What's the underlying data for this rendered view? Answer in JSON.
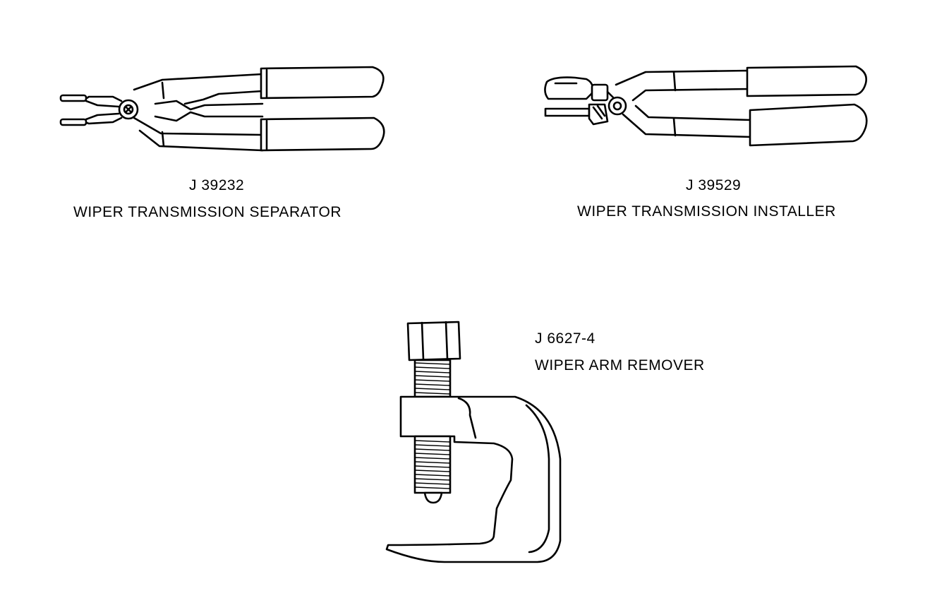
{
  "tools": [
    {
      "part_number": "J 39232",
      "name": "WIPER TRANSMISSION SEPARATOR"
    },
    {
      "part_number": "J 39529",
      "name": "WIPER TRANSMISSION INSTALLER"
    },
    {
      "part_number": "J 6627-4",
      "name": "WIPER ARM REMOVER"
    }
  ]
}
